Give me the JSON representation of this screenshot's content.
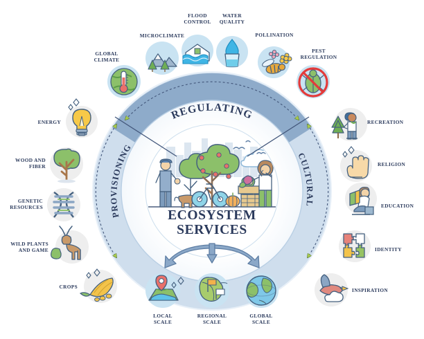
{
  "diagram": {
    "center_title_line1": "ECOSYSTEM",
    "center_title_line2": "SERVICES",
    "categories": [
      {
        "id": "provisioning",
        "label": "PROVISIONING"
      },
      {
        "id": "regulating",
        "label": "REGULATING"
      },
      {
        "id": "cultural",
        "label": "CULTURAL"
      }
    ],
    "colors": {
      "regulating_arc": "#8eabca",
      "side_arc": "#cddded",
      "outer_ring": "#eaf1f8",
      "text_navy": "#2b3a5c",
      "arrow_blue": "#7e9ec2",
      "arrowhead_green": "#a8c94a",
      "icon_disc_blue": "#c5ddee",
      "icon_disc_grey": "#ececec",
      "leaf_green": "#7fbf5a",
      "water_blue": "#3fb5e5",
      "warm_yellow": "#f7c948",
      "coral": "#e8836f",
      "denim": "#8ba6c4"
    }
  },
  "regulating_services": [
    {
      "id": "global-climate",
      "label": "GLOBAL\nCLIMATE",
      "icon": "thermometer-globe-icon"
    },
    {
      "id": "microclimate",
      "label": "MICROCLIMATE",
      "icon": "mountains-trees-icon"
    },
    {
      "id": "flood-control",
      "label": "FLOOD\nCONTROL",
      "icon": "flooded-house-icon"
    },
    {
      "id": "water-quality",
      "label": "WATER\nQUALITY",
      "icon": "water-glass-icon"
    },
    {
      "id": "pollination",
      "label": "POLLINATION",
      "icon": "bee-flower-icon"
    },
    {
      "id": "pest-regulation",
      "label": "PEST\nREGULATION",
      "icon": "no-pest-icon"
    }
  ],
  "provisioning_services": [
    {
      "id": "energy",
      "label": "ENERGY",
      "icon": "lightbulb-icon"
    },
    {
      "id": "wood-and-fiber",
      "label": "WOOD AND\nFIBER",
      "icon": "tree-icon"
    },
    {
      "id": "genetic-resources",
      "label": "GENETIC\nRESOURCES",
      "icon": "dna-helix-icon"
    },
    {
      "id": "wild-plants",
      "label": "WILD PLANTS\nAND GAME",
      "icon": "deer-icon"
    },
    {
      "id": "crops",
      "label": "CROPS",
      "icon": "corn-icon"
    }
  ],
  "cultural_services": [
    {
      "id": "recreation",
      "label": "RECREATION",
      "icon": "hiker-tree-icon"
    },
    {
      "id": "religion",
      "label": "RELIGION",
      "icon": "open-hand-icon"
    },
    {
      "id": "education",
      "label": "EDUCATION",
      "icon": "reading-person-icon"
    },
    {
      "id": "identity",
      "label": "IDENTITY",
      "icon": "puzzle-pieces-icon"
    },
    {
      "id": "inspiration",
      "label": "INSPIRATION",
      "icon": "bird-cloud-icon"
    }
  ],
  "scales": [
    {
      "id": "local-scale",
      "label": "LOCAL\nSCALE",
      "icon": "map-pin-terrain-icon"
    },
    {
      "id": "regional-scale",
      "label": "REGIONAL\nSCALE",
      "icon": "region-flags-icon"
    },
    {
      "id": "global-scale",
      "label": "GLOBAL\nSCALE",
      "icon": "globe-icon"
    }
  ]
}
